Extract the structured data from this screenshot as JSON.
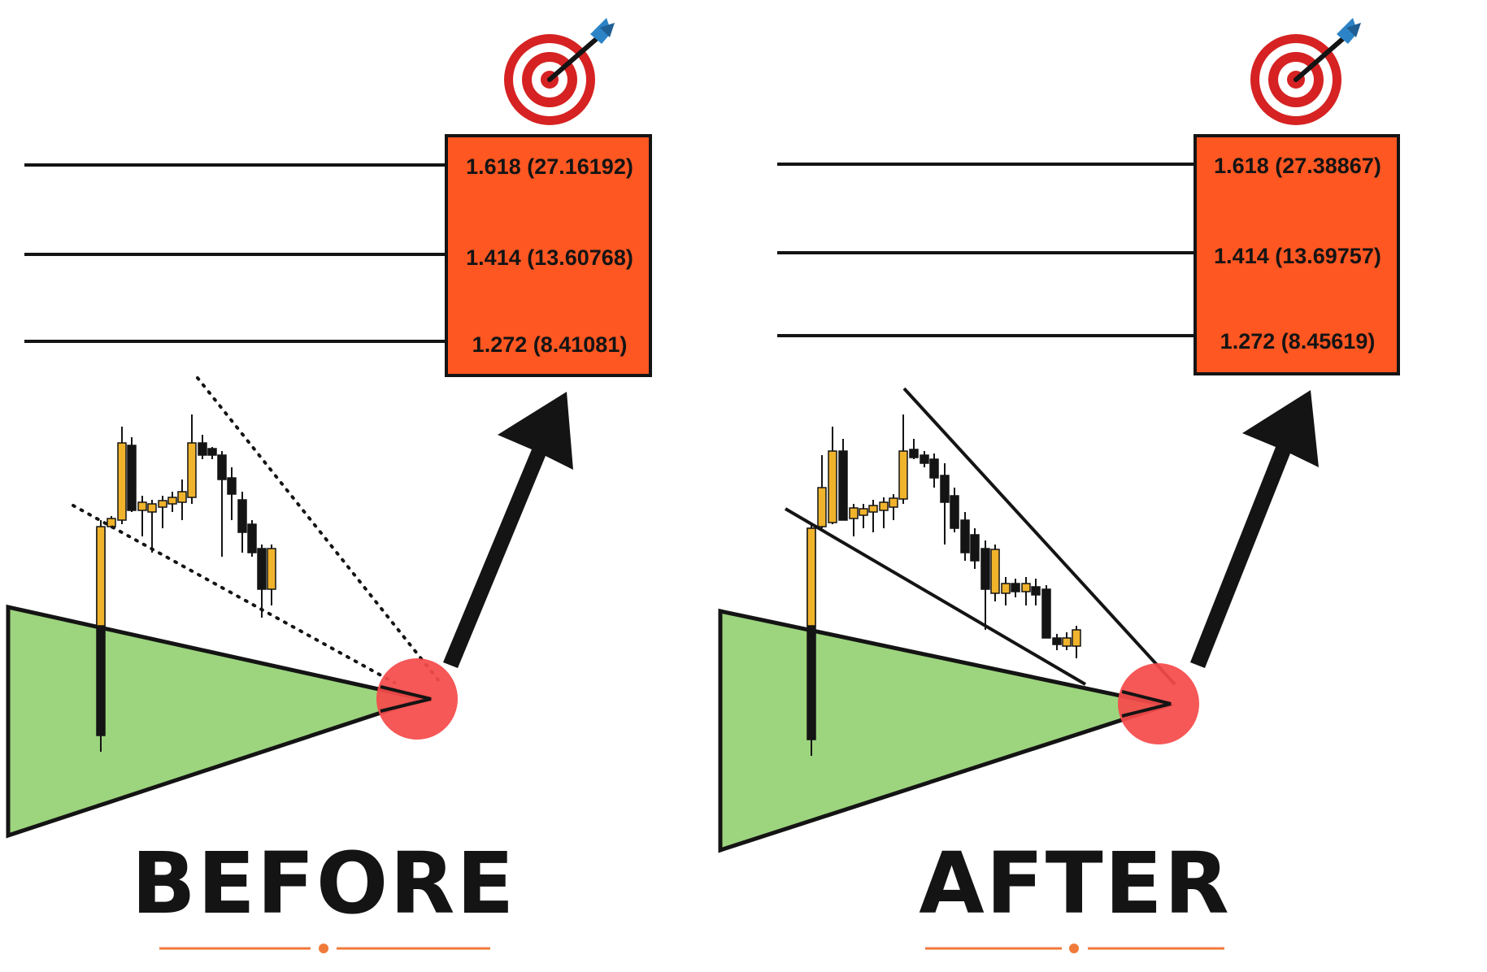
{
  "colors": {
    "target_box": "#ff5722",
    "triangle": "#9dd47e",
    "breakout_circle": "#f54a4a",
    "candle_bull": "#f0b32c",
    "candle_bear": "#141414",
    "accent_rule": "#f07a3a"
  },
  "icons": [
    "target-dart-icon",
    "up-arrow-icon"
  ],
  "panels": [
    {
      "title": "BEFORE",
      "wedge_line_style": "dotted",
      "levels": [
        {
          "ratio": "1.618",
          "value": "27.16192",
          "label": "1.618 (27.16192)"
        },
        {
          "ratio": "1.414",
          "value": "13.60768",
          "label": "1.414 (13.60768)"
        },
        {
          "ratio": "1.272",
          "value": "8.41081",
          "label": "1.272 (8.41081)"
        }
      ]
    },
    {
      "title": "AFTER",
      "wedge_line_style": "solid",
      "levels": [
        {
          "ratio": "1.618",
          "value": "27.38867",
          "label": "1.618 (27.38867)"
        },
        {
          "ratio": "1.414",
          "value": "13.69757",
          "label": "1.414 (13.69757)"
        },
        {
          "ratio": "1.272",
          "value": "8.45619",
          "label": "1.272 (8.45619)"
        }
      ]
    }
  ]
}
